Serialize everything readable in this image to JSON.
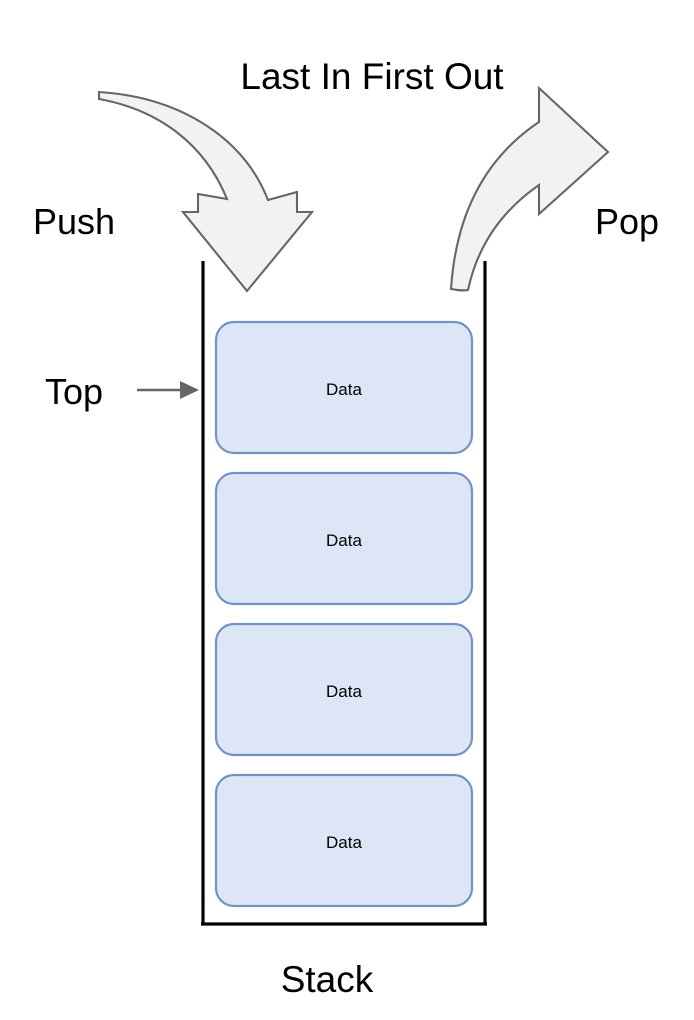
{
  "diagram": {
    "type": "stack-data-structure",
    "title": "Last In First Out",
    "caption": "Stack",
    "labels": {
      "push": "Push",
      "pop": "Pop",
      "top": "Top"
    },
    "elements": [
      {
        "name": "data-box-1",
        "label": "Data",
        "position": "top"
      },
      {
        "name": "data-box-2",
        "label": "Data",
        "position": "second"
      },
      {
        "name": "data-box-3",
        "label": "Data",
        "position": "third"
      },
      {
        "name": "data-box-4",
        "label": "Data",
        "position": "bottom"
      }
    ],
    "arrows": [
      {
        "name": "push-arrow",
        "direction": "into-stack",
        "label": "Push"
      },
      {
        "name": "pop-arrow",
        "direction": "out-of-stack",
        "label": "Pop"
      },
      {
        "name": "top-pointer-arrow",
        "direction": "right",
        "label": "Top"
      }
    ],
    "colors": {
      "box_fill": "#dce6f7",
      "box_stroke": "#7392c4",
      "arrow_fill": "#f2f2f2",
      "arrow_stroke": "#666666",
      "wall_stroke": "#000000",
      "text": "#000000",
      "background": "#ffffff"
    }
  }
}
